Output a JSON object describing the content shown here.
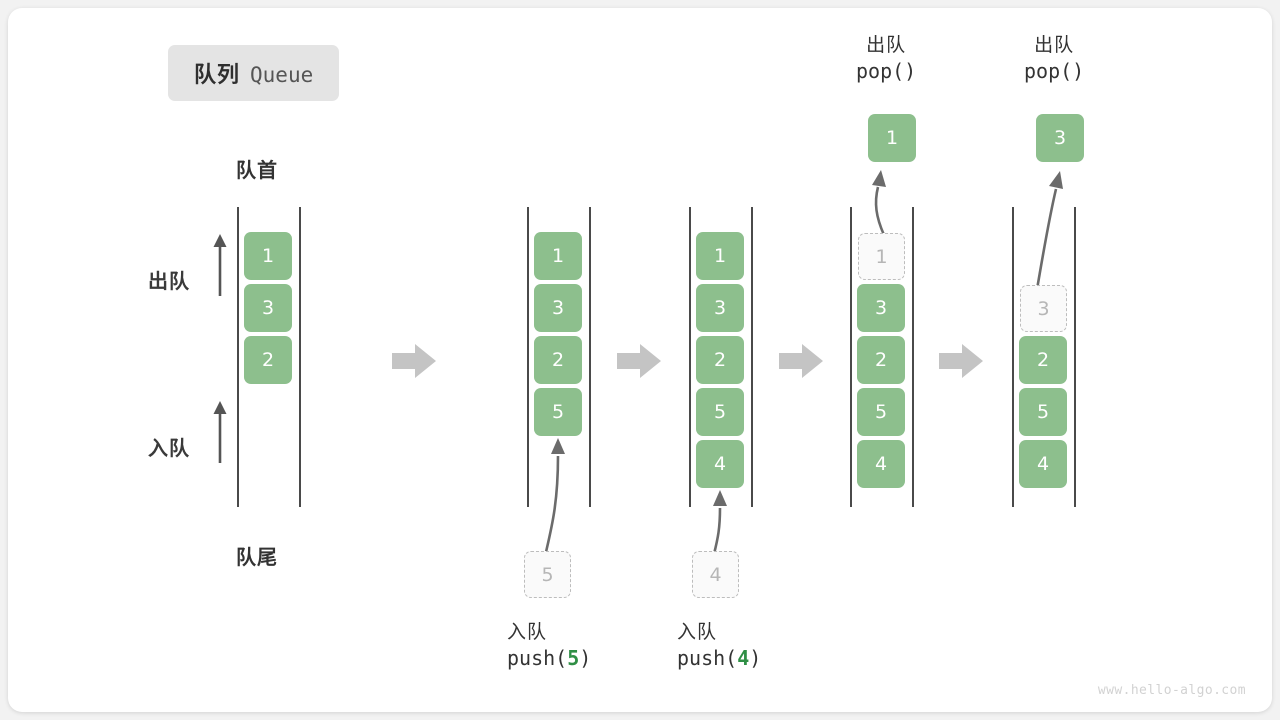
{
  "title": {
    "cn": "队列",
    "en": "Queue"
  },
  "labels": {
    "head": "队首",
    "tail": "队尾",
    "dequeue": "出队",
    "enqueue": "入队"
  },
  "colors": {
    "cell_fill": "#8dbf8d",
    "cell_text": "#ffffff",
    "ghost_border": "#bdbdbd",
    "ghost_text": "#b6b6b6",
    "rail": "#4a4a4a",
    "flow_arrow": "#c4c4c4",
    "accent_number": "#2f8f45",
    "badge_bg": "#e4e4e4",
    "canvas_bg": "#f2f2f2",
    "card_bg": "#ffffff"
  },
  "steps": [
    {
      "id": "initial",
      "cells": [
        "1",
        "3",
        "2"
      ],
      "ghost": null,
      "popped": null,
      "caption_cn": "",
      "caption_code": ""
    },
    {
      "id": "push-5",
      "cells": [
        "1",
        "3",
        "2",
        "5"
      ],
      "ghost": "5",
      "popped": null,
      "caption_cn": "入队",
      "caption_code_prefix": "push(",
      "caption_code_num": "5",
      "caption_code_suffix": ")"
    },
    {
      "id": "push-4",
      "cells": [
        "1",
        "3",
        "2",
        "5",
        "4"
      ],
      "ghost": "4",
      "popped": null,
      "caption_cn": "入队",
      "caption_code_prefix": "push(",
      "caption_code_num": "4",
      "caption_code_suffix": ")"
    },
    {
      "id": "pop-1",
      "cells": [
        "3",
        "2",
        "5",
        "4"
      ],
      "ghost": "1",
      "popped": "1",
      "op_cn": "出队",
      "op_code": "pop()"
    },
    {
      "id": "pop-3",
      "cells": [
        "2",
        "5",
        "4"
      ],
      "ghost": "3",
      "popped": "3",
      "op_cn": "出队",
      "op_code": "pop()"
    }
  ],
  "watermark": "www.hello-algo.com"
}
